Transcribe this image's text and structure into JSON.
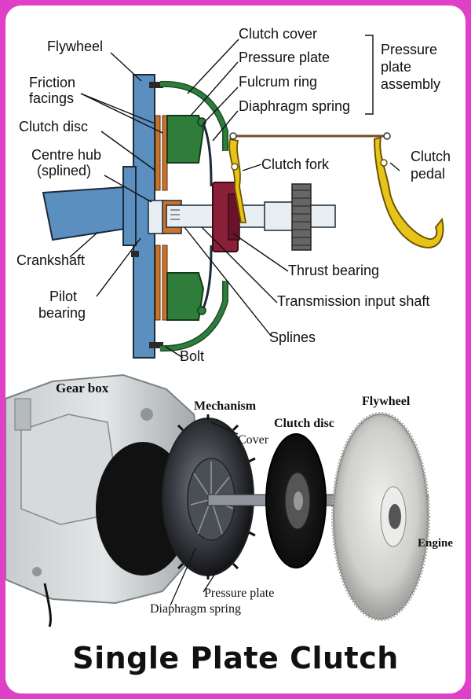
{
  "title": "Single Plate Clutch",
  "diagram": {
    "labels": {
      "flywheel": "Flywheel",
      "friction_facings_1": "Friction",
      "friction_facings_2": "facings",
      "clutch_disc": "Clutch disc",
      "centre_hub_1": "Centre hub",
      "centre_hub_2": "(splined)",
      "crankshaft": "Crankshaft",
      "pilot_bearing_1": "Pilot",
      "pilot_bearing_2": "bearing",
      "clutch_cover": "Clutch cover",
      "pressure_plate": "Pressure plate",
      "fulcrum_ring": "Fulcrum ring",
      "diaphragm_spring": "Diaphragm spring",
      "pressure_plate_assembly_1": "Pressure",
      "pressure_plate_assembly_2": "plate",
      "pressure_plate_assembly_3": "assembly",
      "clutch_fork": "Clutch fork",
      "clutch_pedal_1": "Clutch",
      "clutch_pedal_2": "pedal",
      "thrust_bearing": "Thrust bearing",
      "transmission_input_shaft": "Transmission input shaft",
      "splines": "Splines",
      "bolt": "Bolt"
    },
    "colors": {
      "flywheel": "#5b8fbf",
      "pressure_plate": "#2f7d3a",
      "friction": "#c8742e",
      "thrust_bearing": "#8a1f3a",
      "clutch_pedal": "#e8c31a",
      "shaft": "#e9eef3"
    }
  },
  "photo": {
    "labels": {
      "gear_box": "Gear box",
      "mechanism": "Mechanism",
      "cover": "Cover",
      "clutch_disc": "Clutch disc",
      "flywheel": "Flywheel",
      "engine": "Engine",
      "pressure_plate": "Pressure plate",
      "diaphragm_spring": "Diaphragm spring"
    }
  }
}
